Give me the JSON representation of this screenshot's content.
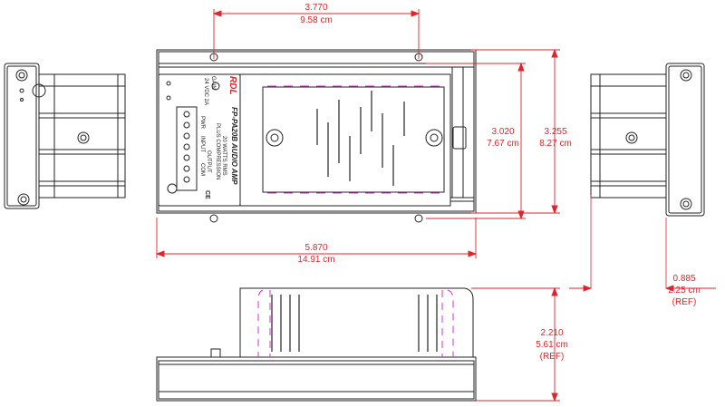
{
  "dimensions": {
    "top_width_in": "3.770",
    "top_width_cm": "9.58 cm",
    "inner_height_in": "3.020",
    "inner_height_cm": "7.67 cm",
    "outer_height_in": "3.255",
    "outer_height_cm": "8.27 cm",
    "overall_width_in": "5.870",
    "overall_width_cm": "14.91 cm",
    "side_depth_in": "0.885",
    "side_depth_cm": "2.25 cm",
    "side_depth_ref": "(REF)",
    "profile_height_in": "2.210",
    "profile_height_cm": "5.61 cm",
    "profile_height_ref": "(REF)"
  },
  "faceplate": {
    "brand": "RDL",
    "model": "FP-PA20B AUDIO AMP",
    "spec_1": "20 WATTS RMS",
    "spec_2": "PLUS COMPRESSION",
    "power_rating": "24 VDC 2A",
    "gain_label": "GAIN",
    "pwr_label": "PWR",
    "input_label": "INPUT",
    "output_label": "OUTPUT",
    "com_label": "COM",
    "ce_mark": "CE"
  },
  "colors": {
    "dimension": "#e0242b",
    "outline": "#222222",
    "hidden_line": "#cc33cc"
  }
}
